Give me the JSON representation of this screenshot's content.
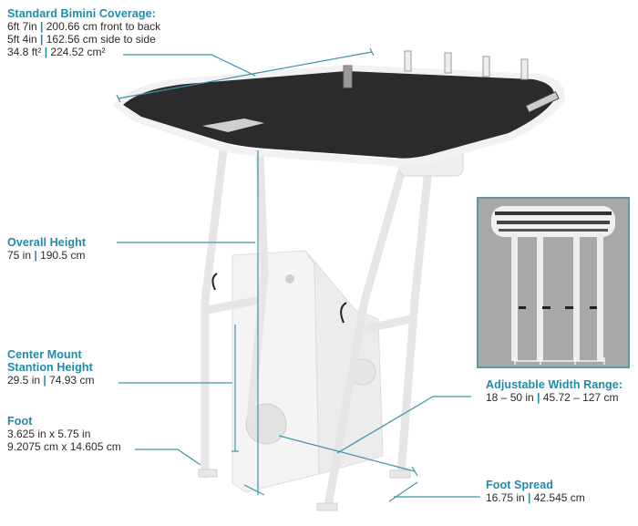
{
  "specs": {
    "bimini": {
      "title": "Standard Bimini Coverage:",
      "line1_a": "6ft 7in",
      "line1_b": "200.66 cm front to back",
      "line2_a": "5ft 4in",
      "line2_b": "162.56 cm side to side",
      "line3_a": "34.8 ft²",
      "line3_b": "224.52 cm²"
    },
    "overall_height": {
      "title": "Overall Height",
      "line1_a": "75 in",
      "line1_b": "190.5 cm"
    },
    "center_mount": {
      "title_1": "Center Mount",
      "title_2": "Stantion Height",
      "line1_a": "29.5 in",
      "line1_b": "74.93 cm"
    },
    "foot": {
      "title": "Foot",
      "line1": "3.625 in x 5.75 in",
      "line2": "9.2075 cm x 14.605 cm"
    },
    "width_range": {
      "title": "Adjustable Width Range:",
      "line1_a": "18 – 50 in",
      "line1_b": "45.72 – 127 cm"
    },
    "foot_spread": {
      "title": "Foot Spread",
      "line1_a": "16.75 in",
      "line1_b": "42.545 cm"
    },
    "separator": "|"
  },
  "colors": {
    "accent": "#1f8bab",
    "text": "#2a2a2a",
    "canopy": "#2b2b2d",
    "frame": "#f2f2f2",
    "inset_bg": "#a8a8a8",
    "inset_border": "#5e98a6"
  },
  "illustration": {
    "subject": "t-top-frame-with-bimini-and-console",
    "rod_holders": 4,
    "inset": "front-view-adjustable-width"
  }
}
